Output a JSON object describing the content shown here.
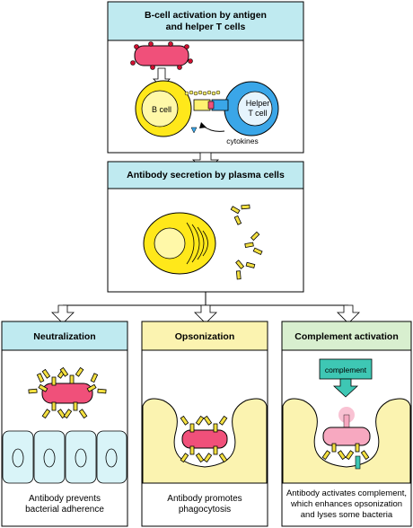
{
  "panels": {
    "activation": {
      "title_line1": "B-cell activation by antigen",
      "title_line2": "and helper T cells",
      "b_cell_label": "B cell",
      "helper_label_line1": "Helper",
      "helper_label_line2": "T cell",
      "cytokines_label": "cytokines"
    },
    "secretion": {
      "title": "Antibody secretion by plasma cells"
    },
    "neutralization": {
      "title": "Neutralization",
      "caption_line1": "Antibody prevents",
      "caption_line2": "bacterial adherence"
    },
    "opsonization": {
      "title": "Opsonization",
      "caption_line1": "Antibody promotes",
      "caption_line2": "phagocytosis"
    },
    "complement": {
      "title": "Complement  activation",
      "complement_box_label": "complement",
      "caption_line1": "Antibody activates complement,",
      "caption_line2": "which enhances opsonization",
      "caption_line3": "and lyses some bacteria"
    }
  },
  "colors": {
    "cyan_header": "#bfeaf0",
    "yellow_header": "#fbf3b0",
    "green_header": "#d8efcf",
    "b_cell": "#ffe81a",
    "helper_t_cell": "#3aa6e8",
    "bacterium": "#f0507a",
    "antibody": "#f4e040",
    "complement": "#3ec7b4",
    "epithelium": "#d9f4f8"
  }
}
